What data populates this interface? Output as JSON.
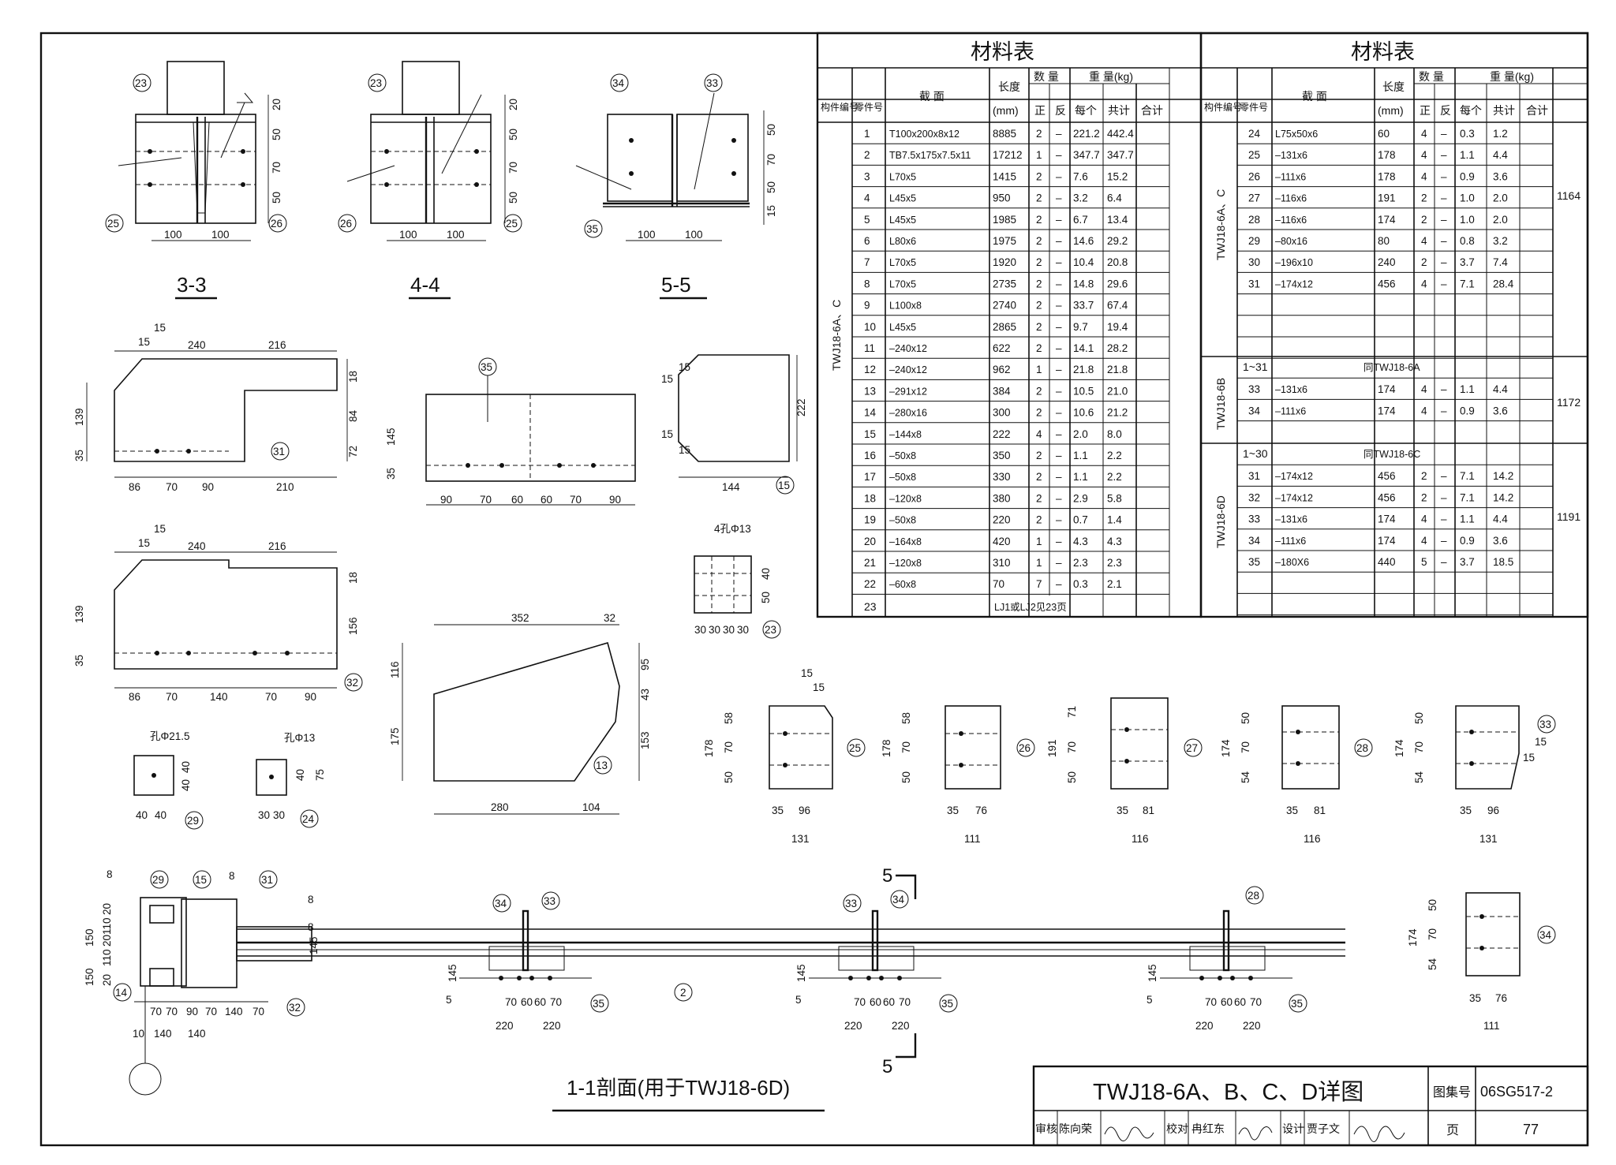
{
  "sections": {
    "s33": "3-3",
    "s44": "4-4",
    "s55": "5-5",
    "s11": "1-1剖面(用于TWJ18-6D)"
  },
  "material_table": {
    "title": "材料表",
    "header": {
      "member": "构件编号",
      "part": "零件号",
      "section": "截 面",
      "length": "长度",
      "length_unit": "(mm)",
      "qty": "数 量",
      "qty_pos": "正",
      "qty_neg": "反",
      "weight": "重 量(kg)",
      "w_each": "每个",
      "w_total": "共计",
      "w_sum": "合计"
    },
    "left_member": "TWJ18-6A、C",
    "left_rows": [
      [
        "1",
        "T100x200x8x12",
        "8885",
        "2",
        "–",
        "221.2",
        "442.4"
      ],
      [
        "2",
        "TB7.5x175x7.5x11",
        "17212",
        "1",
        "–",
        "347.7",
        "347.7"
      ],
      [
        "3",
        "L70x5",
        "1415",
        "2",
        "–",
        "7.6",
        "15.2"
      ],
      [
        "4",
        "L45x5",
        "950",
        "2",
        "–",
        "3.2",
        "6.4"
      ],
      [
        "5",
        "L45x5",
        "1985",
        "2",
        "–",
        "6.7",
        "13.4"
      ],
      [
        "6",
        "L80x6",
        "1975",
        "2",
        "–",
        "14.6",
        "29.2"
      ],
      [
        "7",
        "L70x5",
        "1920",
        "2",
        "–",
        "10.4",
        "20.8"
      ],
      [
        "8",
        "L70x5",
        "2735",
        "2",
        "–",
        "14.8",
        "29.6"
      ],
      [
        "9",
        "L100x8",
        "2740",
        "2",
        "–",
        "33.7",
        "67.4"
      ],
      [
        "10",
        "L45x5",
        "2865",
        "2",
        "–",
        "9.7",
        "19.4"
      ],
      [
        "11",
        "–240x12",
        "622",
        "2",
        "–",
        "14.1",
        "28.2"
      ],
      [
        "12",
        "–240x12",
        "962",
        "1",
        "–",
        "21.8",
        "21.8"
      ],
      [
        "13",
        "–291x12",
        "384",
        "2",
        "–",
        "10.5",
        "21.0"
      ],
      [
        "14",
        "–280x16",
        "300",
        "2",
        "–",
        "10.6",
        "21.2"
      ],
      [
        "15",
        "–144x8",
        "222",
        "4",
        "–",
        "2.0",
        "8.0"
      ],
      [
        "16",
        "–50x8",
        "350",
        "2",
        "–",
        "1.1",
        "2.2"
      ],
      [
        "17",
        "–50x8",
        "330",
        "2",
        "–",
        "1.1",
        "2.2"
      ],
      [
        "18",
        "–120x8",
        "380",
        "2",
        "–",
        "2.9",
        "5.8"
      ],
      [
        "19",
        "–50x8",
        "220",
        "2",
        "–",
        "0.7",
        "1.4"
      ],
      [
        "20",
        "–164x8",
        "420",
        "1",
        "–",
        "4.3",
        "4.3"
      ],
      [
        "21",
        "–120x8",
        "310",
        "1",
        "–",
        "2.3",
        "2.3"
      ],
      [
        "22",
        "–60x8",
        "70",
        "7",
        "–",
        "0.3",
        "2.1"
      ]
    ],
    "left_row23_part": "23",
    "left_row23_note": "LJ1或LJ2见23页",
    "right_groups": [
      {
        "member": "TWJ18-6A、C",
        "sum": "1164",
        "rows": [
          [
            "24",
            "L75x50x6",
            "60",
            "4",
            "–",
            "0.3",
            "1.2"
          ],
          [
            "25",
            "–131x6",
            "178",
            "4",
            "–",
            "1.1",
            "4.4"
          ],
          [
            "26",
            "–111x6",
            "178",
            "4",
            "–",
            "0.9",
            "3.6"
          ],
          [
            "27",
            "–116x6",
            "191",
            "2",
            "–",
            "1.0",
            "2.0"
          ],
          [
            "28",
            "–116x6",
            "174",
            "2",
            "–",
            "1.0",
            "2.0"
          ],
          [
            "29",
            "–80x16",
            "80",
            "4",
            "–",
            "0.8",
            "3.2"
          ],
          [
            "30",
            "–196x10",
            "240",
            "2",
            "–",
            "3.7",
            "7.4"
          ],
          [
            "31",
            "–174x12",
            "456",
            "4",
            "–",
            "7.1",
            "28.4"
          ]
        ]
      },
      {
        "member": "TWJ18-6B",
        "sum": "1172",
        "first_part": "1~31",
        "first_note": "同TWJ18-6A",
        "rows": [
          [
            "33",
            "–131x6",
            "174",
            "4",
            "–",
            "1.1",
            "4.4"
          ],
          [
            "34",
            "–111x6",
            "174",
            "4",
            "–",
            "0.9",
            "3.6"
          ]
        ]
      },
      {
        "member": "TWJ18-6D",
        "sum": "1191",
        "first_part": "1~30",
        "first_note": "同TWJ18-6C",
        "rows": [
          [
            "31",
            "–174x12",
            "456",
            "2",
            "–",
            "7.1",
            "14.2"
          ],
          [
            "32",
            "–174x12",
            "456",
            "2",
            "–",
            "7.1",
            "14.2"
          ],
          [
            "33",
            "–131x6",
            "174",
            "4",
            "–",
            "1.1",
            "4.4"
          ],
          [
            "34",
            "–111x6",
            "174",
            "4",
            "–",
            "0.9",
            "3.6"
          ],
          [
            "35",
            "–180X6",
            "440",
            "5",
            "–",
            "3.7",
            "18.5"
          ]
        ]
      }
    ]
  },
  "title_block": {
    "title": "TWJ18-6A、B、C、D详图",
    "atlas_label": "图集号",
    "atlas_no": "06SG517-2",
    "page_label": "页",
    "page_no": "77",
    "review_label": "审核",
    "reviewer": "陈向荣",
    "check_label": "校对",
    "checker": "冉红东",
    "design_label": "设计",
    "designer": "贾子文"
  }
}
